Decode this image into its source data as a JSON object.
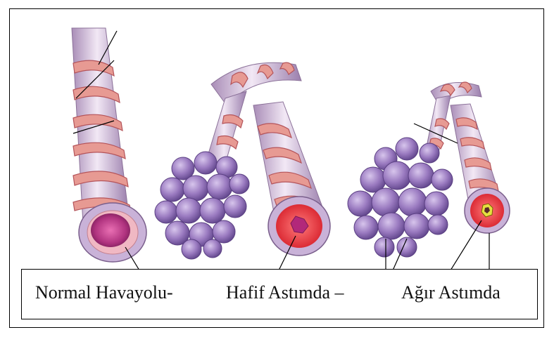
{
  "captions": {
    "normal": "Normal Havayolu-",
    "mild": "Hafif Astımda –",
    "severe": "Ağır Astımda"
  },
  "colors": {
    "airway_wall": "#d8c7df",
    "airway_shadow": "#a98db7",
    "airway_band": "#e79a93",
    "band_dark": "#b4545a",
    "alveoli": "#9c7cc0",
    "alveoli_dark": "#6d4f95",
    "lumen_normal": "#b0337f",
    "inflamed": "#ea3c3c",
    "mucus": "#e6e040"
  }
}
